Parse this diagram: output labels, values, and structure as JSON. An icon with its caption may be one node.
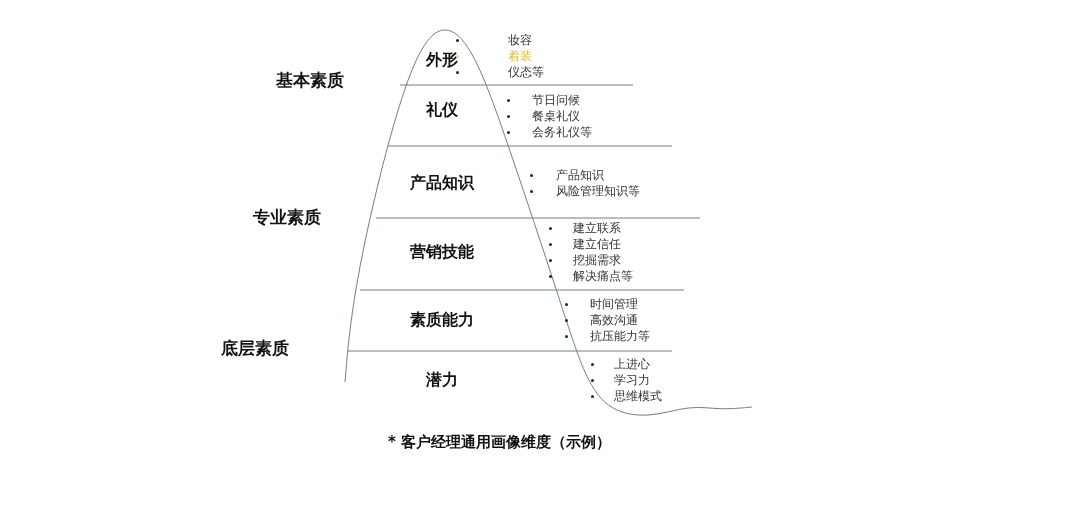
{
  "diagram": {
    "caption": "* 客户经理通用画像维度（示例）",
    "nodes": [
      {
        "text": [
          "外形",
          "妆容",
          "着装",
          "仪态等"
        ]
      },
      {
        "text": [
          "礼仪",
          "节日问候",
          "餐桌礼仪",
          "会务礼仪等"
        ]
      },
      {
        "text": [
          "产品知识",
          "产品知识",
          "风险管理知识等"
        ]
      },
      {
        "text": [
          "营销技能",
          "建立联系",
          "建立信任",
          "挖掘需求",
          "解决痛点等"
        ]
      },
      {
        "text": [
          "素质能力",
          "时间管理",
          "高效沟通",
          "抗压能力等"
        ]
      },
      {
        "text": [
          "潜力",
          "上进心",
          "学习力",
          "思维模式"
        ]
      }
    ],
    "labels": [
      "基本素质",
      "专业素质",
      "底层素质"
    ]
  }
}
